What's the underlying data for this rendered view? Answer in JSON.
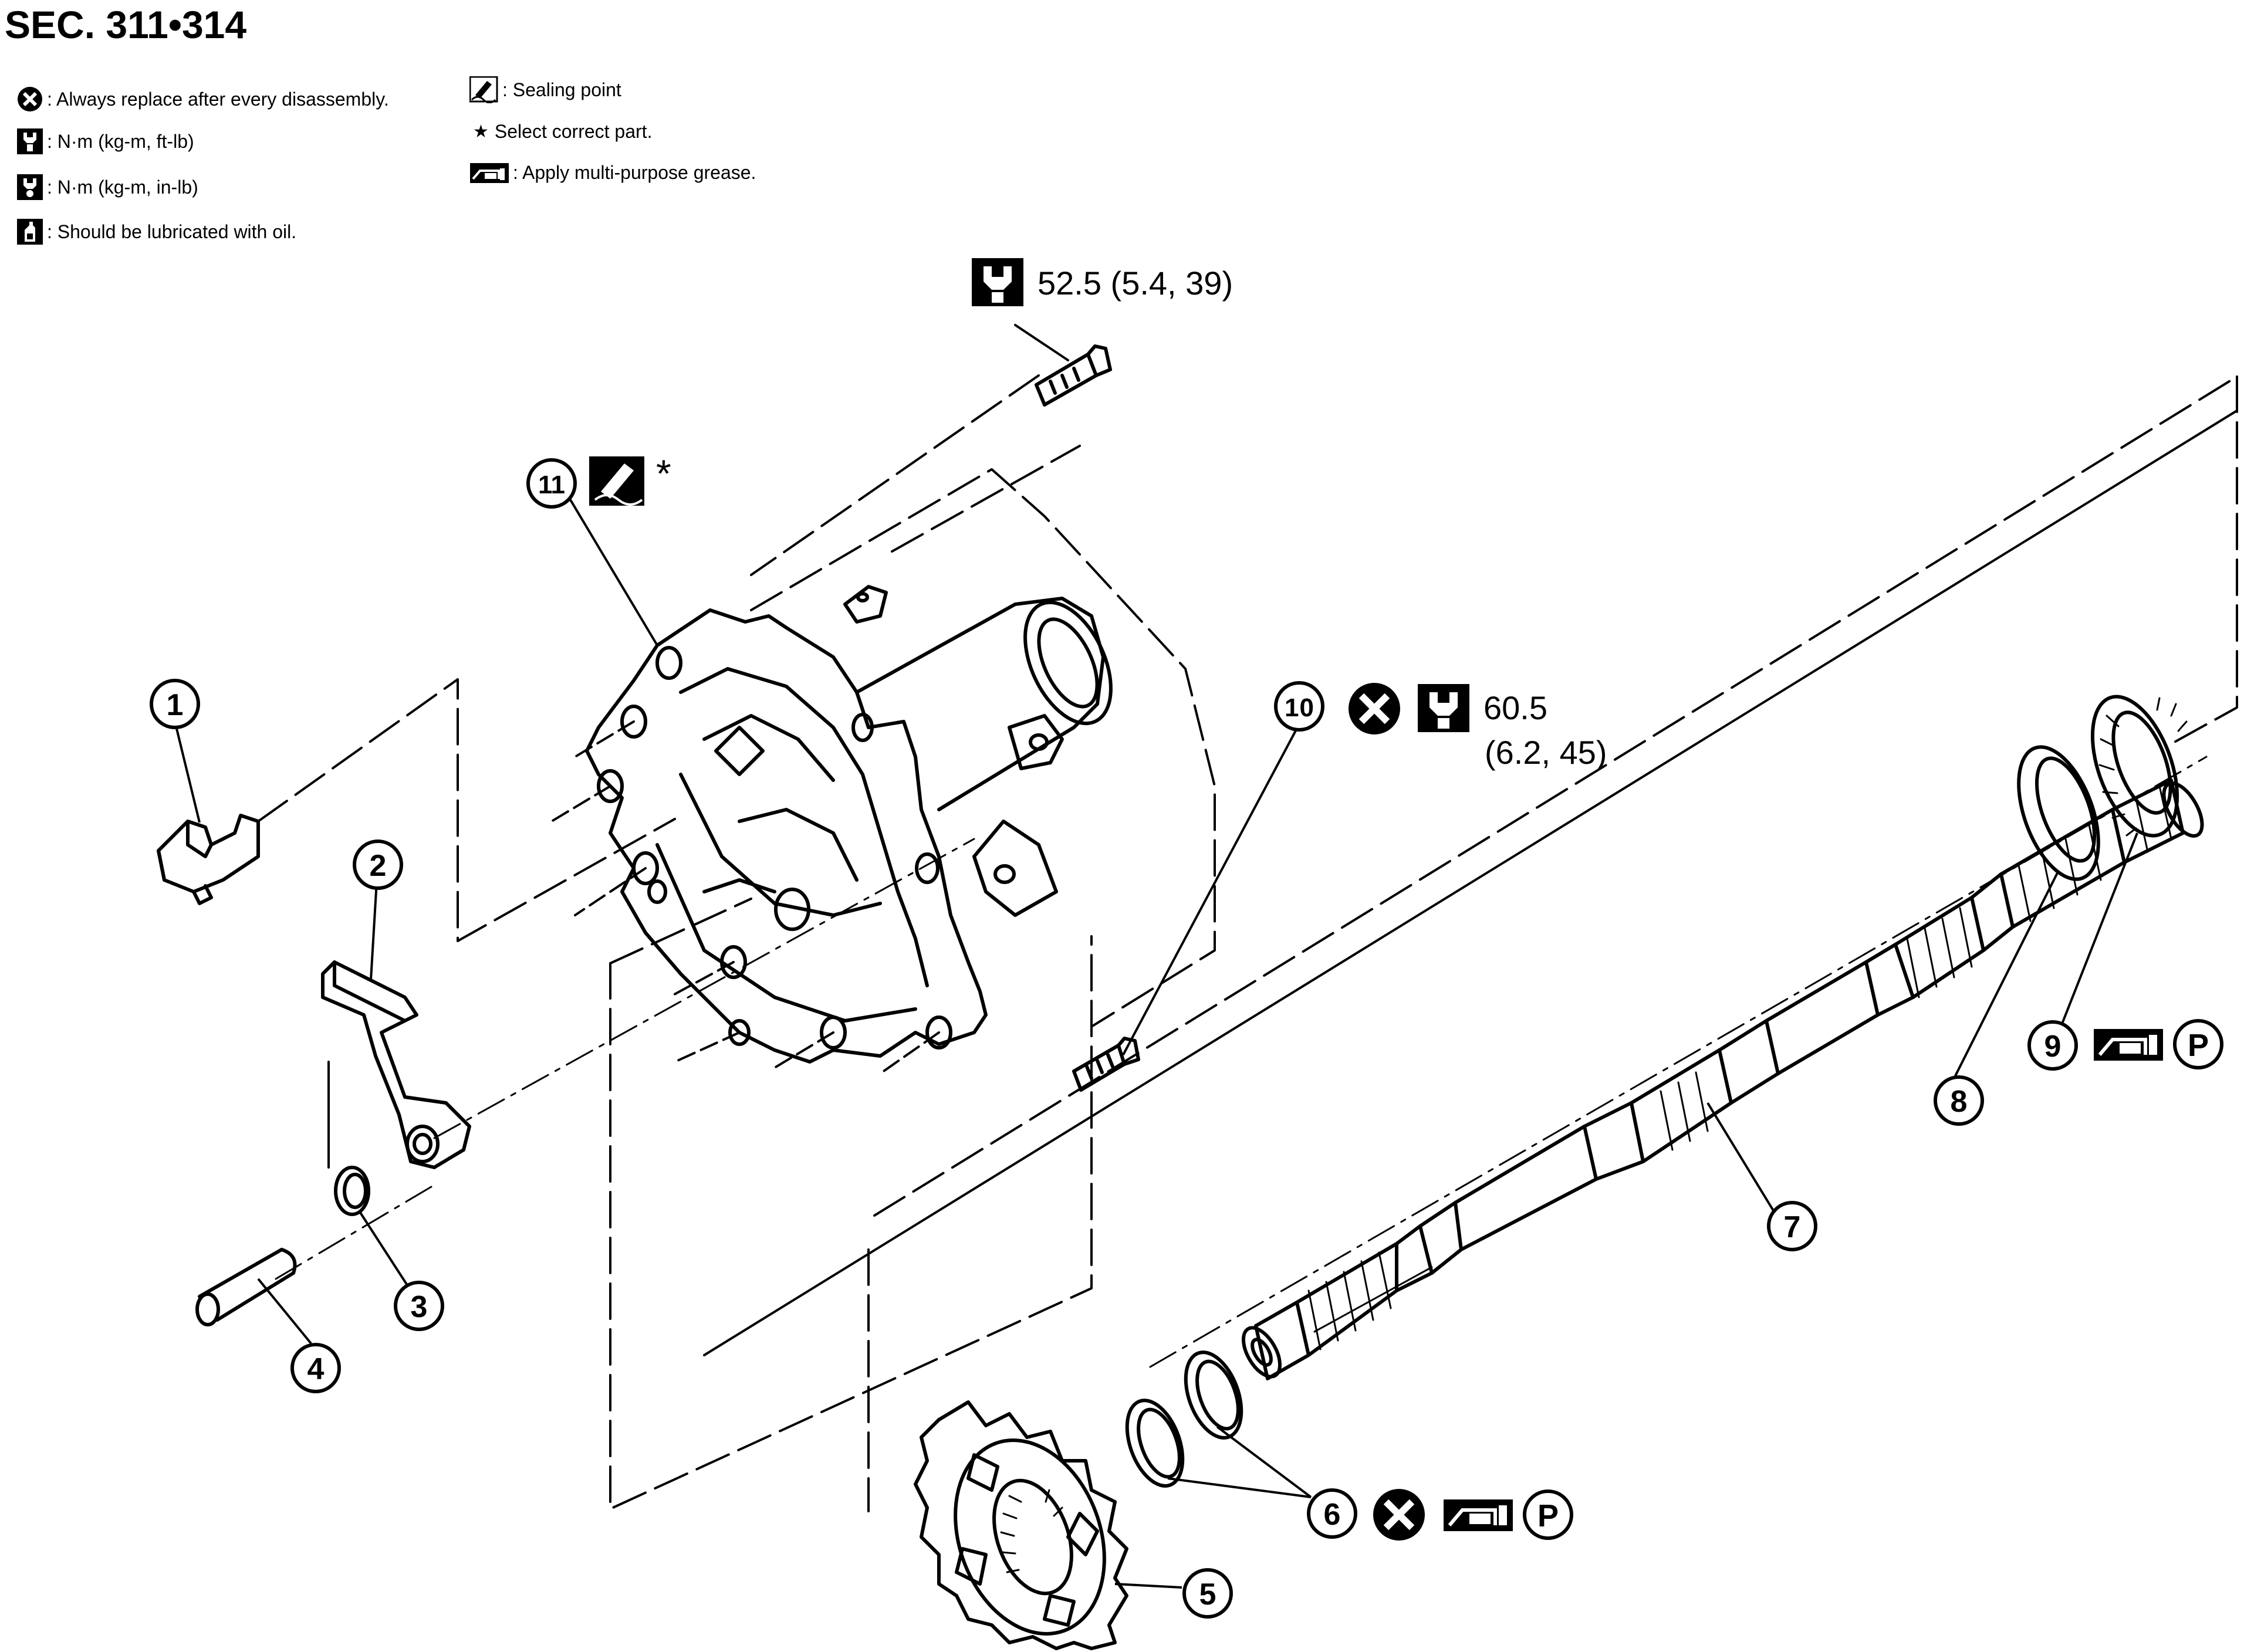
{
  "header": {
    "title": "SEC. 311•314"
  },
  "legend": {
    "replace": {
      "icon": "always-replace-x-icon",
      "text": ": Always replace after every disassembly."
    },
    "torque_ft": {
      "icon": "torque-wrench-icon",
      "text": ": N·m (kg-m, ft-lb)"
    },
    "torque_in": {
      "icon": "torque-wrench-small-icon",
      "text": ": N·m (kg-m, in-lb)"
    },
    "oil": {
      "icon": "oil-can-icon",
      "text": ": Should be lubricated with oil."
    },
    "sealing": {
      "icon": "sealing-point-icon",
      "text": ": Sealing point"
    },
    "select": {
      "icon": "star-icon",
      "symbol": "★",
      "text": "Select correct part."
    },
    "grease": {
      "icon": "grease-gun-icon",
      "text": ": Apply multi-purpose grease."
    }
  },
  "callouts": {
    "c1": "1",
    "c2": "2",
    "c3": "3",
    "c4": "4",
    "c5": "5",
    "c6": "6",
    "c7": "7",
    "c8": "8",
    "c9": "9",
    "c10": "10",
    "c11": "11"
  },
  "annotations": {
    "bolt_top_torque": "52.5 (5.4, 39)",
    "bolt10_torque_line1": "60.5",
    "bolt10_torque_line2": "(6.2, 45)",
    "select_star": "*",
    "grease_p": "P"
  },
  "colors": {
    "ink": "#000000",
    "paper": "#ffffff"
  }
}
